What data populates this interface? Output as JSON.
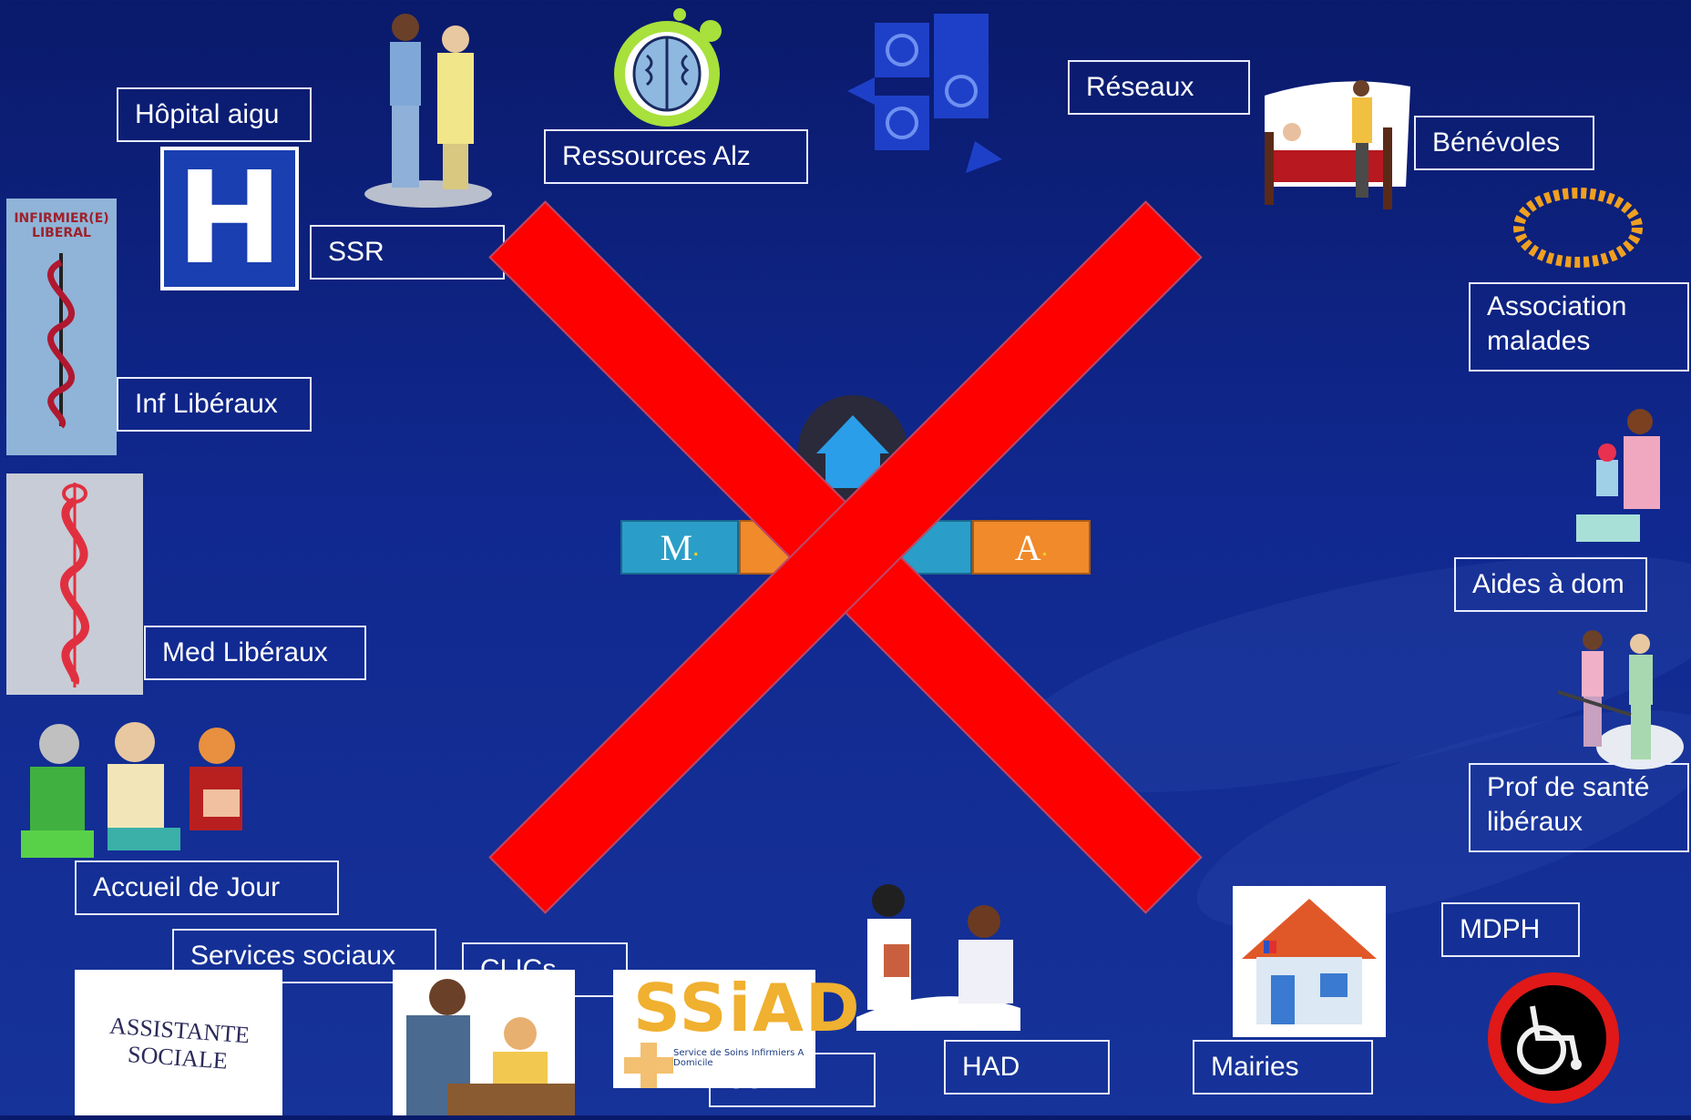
{
  "labels": {
    "hopital": "Hôpital aigu",
    "ssr": "SSR",
    "ressources": "Ressources Alz",
    "reseaux": "Réseaux",
    "benevoles": "Bénévoles",
    "association": "Association malades",
    "inf": "Inf Libéraux",
    "aides": "Aides à dom",
    "med": "Med Libéraux",
    "prof": "Prof de santé libéraux",
    "accueil": "Accueil de Jour",
    "services": "Services sociaux",
    "clic": "CLICs",
    "ssiad": "SSIAD",
    "had": "HAD",
    "mairies": "Mairies",
    "mdph": "MDPH"
  },
  "centre": {
    "m": "M",
    "a2": "A",
    "dot": "."
  },
  "images": {
    "hospital_letter": "H",
    "infirmier_text": "INFIRMIER(E) LIBERAL",
    "assistante_text": "ASSISTANTE SOCIALE",
    "ssiad_logo": "SSiAD",
    "ssiad_caption": "Service de Soins Infirmiers A Domicile"
  },
  "colors": {
    "background": "#10288f",
    "cross": "#ff0000",
    "blue_block": "#2a9ec8",
    "orange_block": "#f08a2a"
  }
}
